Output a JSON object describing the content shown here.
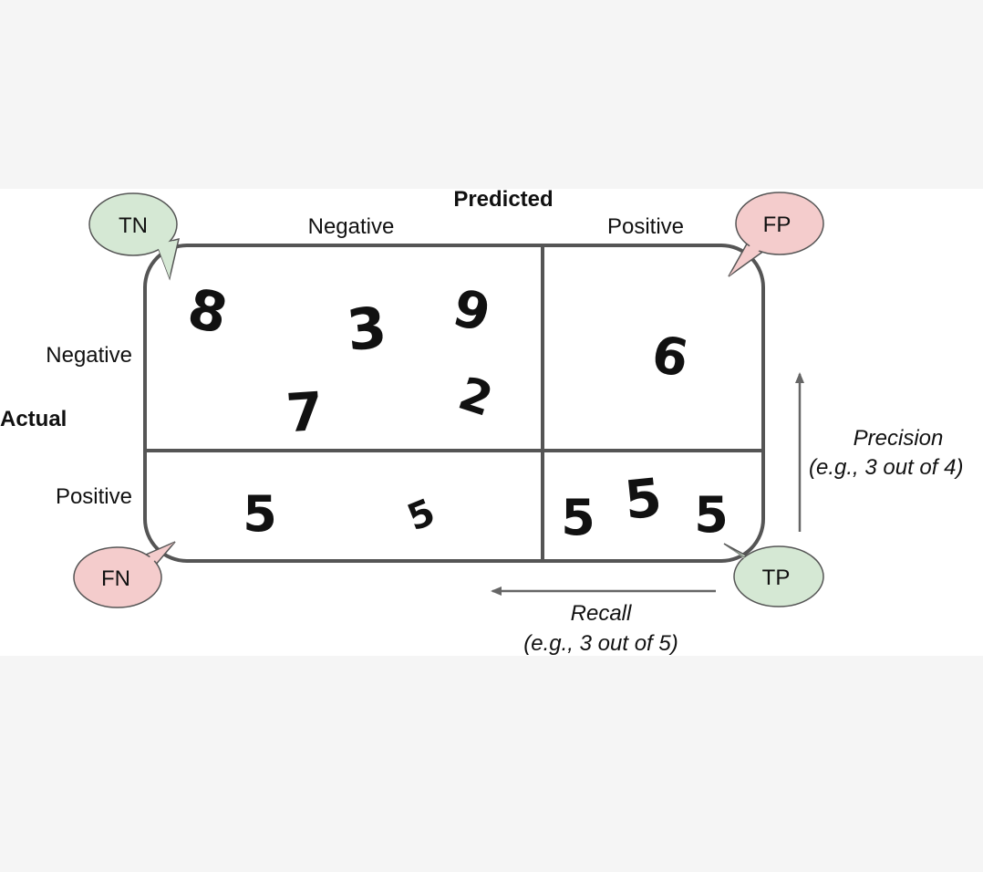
{
  "diagram": {
    "predicted_heading": "Predicted",
    "actual_heading": "Actual",
    "columns": [
      "Negative",
      "Positive"
    ],
    "rows": [
      "Negative",
      "Positive"
    ],
    "bubbles": {
      "tn": "TN",
      "fp": "FP",
      "fn": "FN",
      "tp": "TP"
    },
    "cells": {
      "tn_digits": [
        "8",
        "3",
        "9",
        "7",
        "2"
      ],
      "fp_digits": [
        "6"
      ],
      "fn_digits": [
        "5",
        "5"
      ],
      "tp_digits": [
        "5",
        "5",
        "5"
      ]
    },
    "precision": {
      "label": "Precision",
      "example": "(e.g., 3 out of 4)"
    },
    "recall": {
      "label": "Recall",
      "example": "(e.g., 3 out of 5)"
    },
    "colors": {
      "green_bubble": "#d5e8d4",
      "red_bubble": "#f4cccc",
      "grid": "#555555",
      "arrow": "#666666"
    }
  }
}
